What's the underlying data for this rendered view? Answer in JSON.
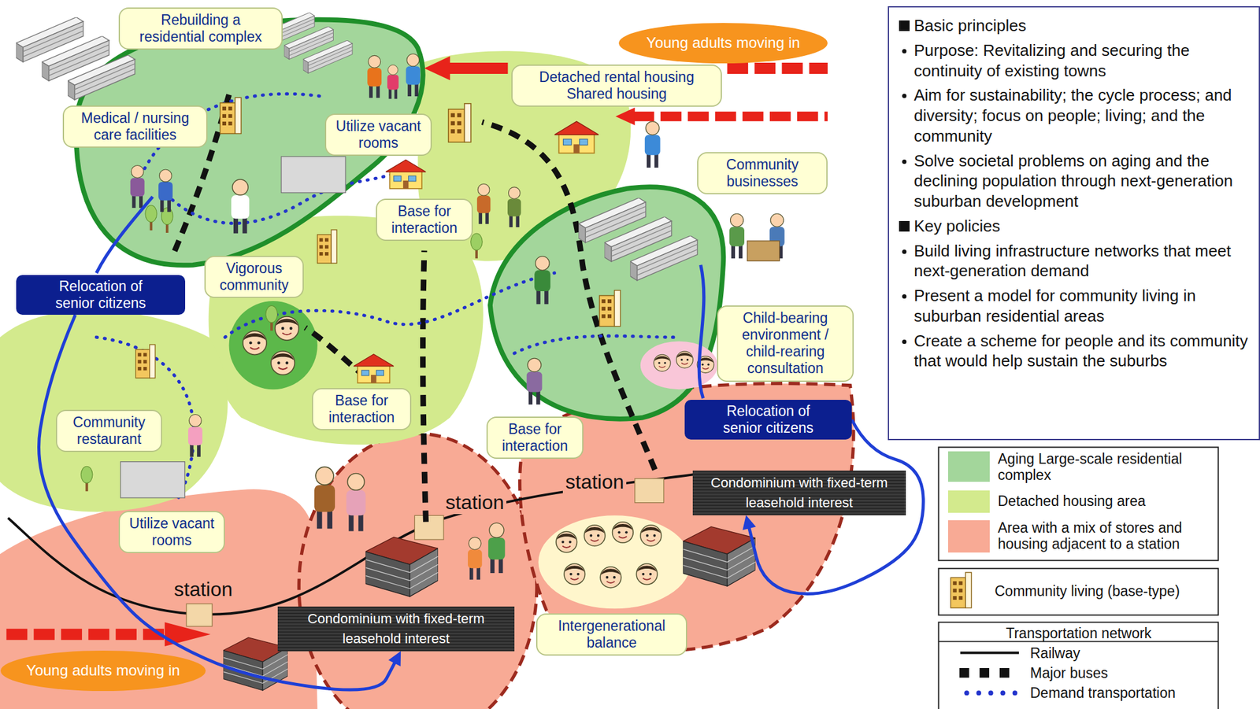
{
  "diagram": {
    "nodes": [
      {
        "text": [
          "Rebuilding a residential complex"
        ]
      },
      {
        "text": [
          "Young adults moving in"
        ]
      },
      {
        "text": [
          "Detached rental housing",
          "Shared housing"
        ]
      },
      {
        "text": [
          "Medical / nursing care facilities"
        ]
      },
      {
        "text": [
          "Utilize vacant rooms"
        ]
      },
      {
        "text": [
          "Base for interaction"
        ]
      },
      {
        "text": [
          "Community businesses"
        ]
      },
      {
        "text": [
          "Vigorous community"
        ]
      },
      {
        "text": [
          "Relocation of senior citizens"
        ]
      },
      {
        "text": [
          "Child-bearing environment / child-rearing consultation"
        ]
      },
      {
        "text": [
          "Base for interaction"
        ]
      },
      {
        "text": [
          "Base for interaction"
        ]
      },
      {
        "text": [
          "Relocation of senior citizens"
        ]
      },
      {
        "text": [
          "Community restaurant"
        ]
      },
      {
        "text": [
          "Condominium with fixed-term leasehold interest"
        ]
      },
      {
        "text": [
          "Utilize vacant rooms"
        ]
      },
      {
        "text": [
          "Condominium with fixed-term leasehold interest"
        ]
      },
      {
        "text": [
          "Intergenerational balance"
        ]
      },
      {
        "text": [
          "Young adults moving in"
        ]
      },
      {
        "text": [
          "Basic principles",
          "Purpose: Revitalizing and securing the continuity of existing towns",
          "Aim for sustainability; the cycle process; and diversity; focus on people; living; and the community",
          "Solve societal problems on aging and the declining population through next-generation suburban development",
          "Key policies",
          "Build living infrastructure networks that meet next-generation demand",
          "Present a model for community living in suburban residential areas",
          "Create a scheme for people and its community that would help sustain the suburbs"
        ]
      }
    ],
    "edges": [
      {
        "from": 8,
        "to": 16,
        "arrow": "to"
      },
      {
        "from": 12,
        "to": 14,
        "arrow": "to"
      }
    ],
    "labels": [
      "station",
      "station",
      "station",
      "Transportation network"
    ],
    "legend": [
      {
        "text": "Aging Large-scale residential complex",
        "color": "#a3d69b"
      },
      {
        "text": "Detached housing area",
        "color": "#d3ea8d"
      },
      {
        "text": "Area with a mix of stores and housing adjacent to a station",
        "color": "#f8aa95"
      },
      {
        "text": "Community living (base-type)"
      },
      {
        "text": "Railway"
      },
      {
        "text": "Major buses"
      },
      {
        "text": "Demand transportation"
      }
    ]
  }
}
